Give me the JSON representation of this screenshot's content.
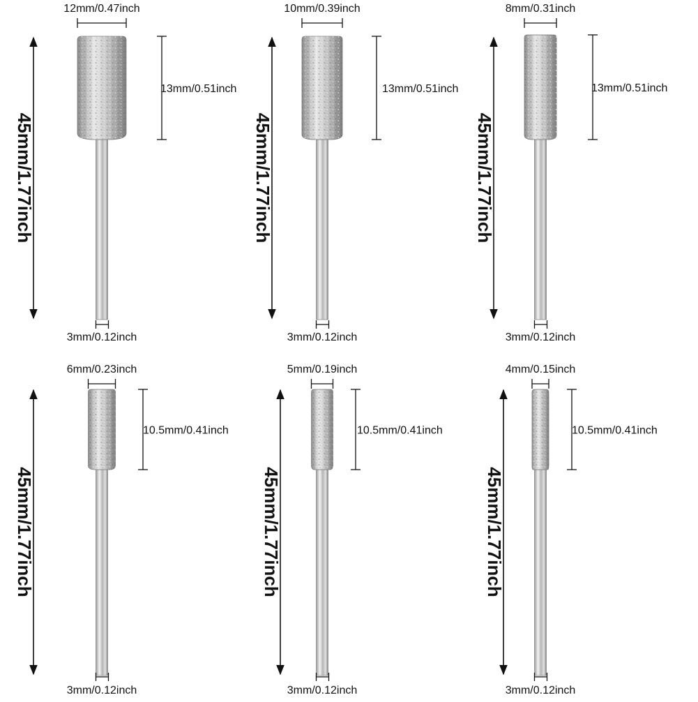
{
  "bits": [
    {
      "head_width": "12mm/0.47inch",
      "head_height": "13mm/0.51inch",
      "overall_length": "45mm/1.77inch",
      "shank": "3mm/0.12inch"
    },
    {
      "head_width": "10mm/0.39inch",
      "head_height": "13mm/0.51inch",
      "overall_length": "45mm/1.77inch",
      "shank": "3mm/0.12inch"
    },
    {
      "head_width": "8mm/0.31inch",
      "head_height": "13mm/0.51inch",
      "overall_length": "45mm/1.77inch",
      "shank": "3mm/0.12inch"
    },
    {
      "head_width": "6mm/0.23inch",
      "head_height": "10.5mm/0.41inch",
      "overall_length": "45mm/1.77inch",
      "shank": "3mm/0.12inch"
    },
    {
      "head_width": "5mm/0.19inch",
      "head_height": "10.5mm/0.41inch",
      "overall_length": "45mm/1.77inch",
      "shank": "3mm/0.12inch"
    },
    {
      "head_width": "4mm/0.15inch",
      "head_height": "10.5mm/0.41inch",
      "overall_length": "45mm/1.77inch",
      "shank": "3mm/0.12inch"
    }
  ],
  "colors": {
    "line": "#111111",
    "metal_dark": "#8d8d8d",
    "metal_light": "#e8e8e8"
  }
}
